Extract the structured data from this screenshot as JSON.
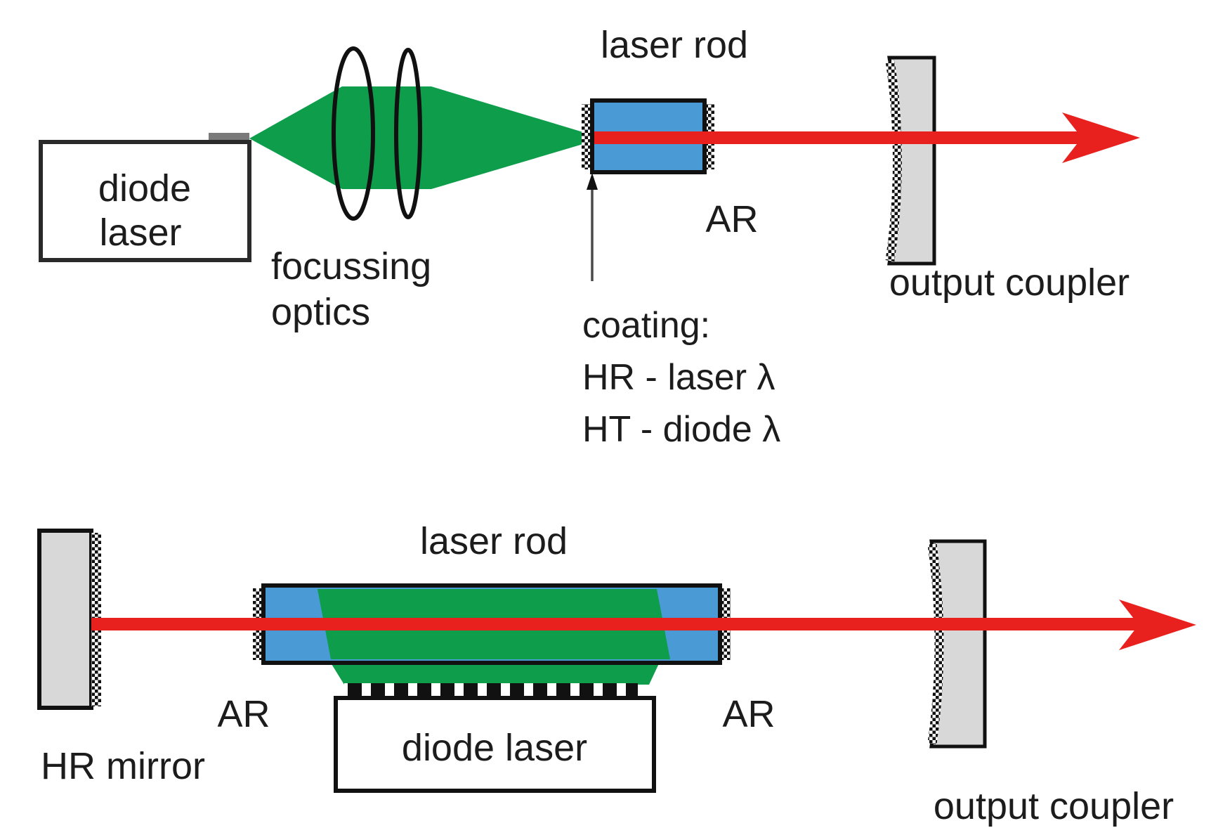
{
  "figure": {
    "title_semantic": "diode-pumped solid-state laser schemes (end-pumped top, side-pumped bottom)",
    "colors": {
      "pump_green": "#0d9d4b",
      "rod_blue": "#4a9ad5",
      "beam_red": "#e8201e",
      "mirror_gray": "#d8d8d8",
      "emitter_gray": "#7a7a7a",
      "outline_black": "#1b1b1b",
      "text_color": "#1c1c1c"
    },
    "top": {
      "laser_rod": "laser rod",
      "diode_line1": "diode",
      "diode_line2": "laser",
      "focussing_line1": "focussing",
      "focussing_line2": "optics",
      "ar": "AR",
      "coating_title": "coating:",
      "coating_hr": "HR - laser λ",
      "coating_ht": "HT - diode λ",
      "output_coupler": "output coupler"
    },
    "bottom": {
      "laser_rod": "laser rod",
      "hr_mirror": "HR mirror",
      "ar_left": "AR",
      "ar_right": "AR",
      "diode_laser": "diode laser",
      "output_coupler": "output coupler"
    }
  }
}
